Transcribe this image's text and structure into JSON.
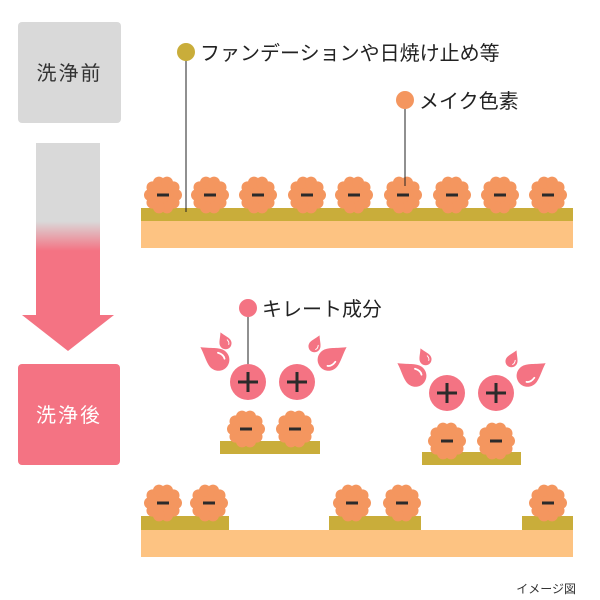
{
  "before_label": "洗浄前",
  "after_label": "洗浄後",
  "labels": {
    "foundation": "ファンデーションや日焼け止め等",
    "makeup_pigment": "メイク色素",
    "chelate": "キレート成分"
  },
  "caption": "イメージ図",
  "colors": {
    "grey": "#d9d9d9",
    "pink": "#f47383",
    "orange": "#f4965f",
    "gold": "#c9ad3a",
    "skin": "#fdc382"
  }
}
